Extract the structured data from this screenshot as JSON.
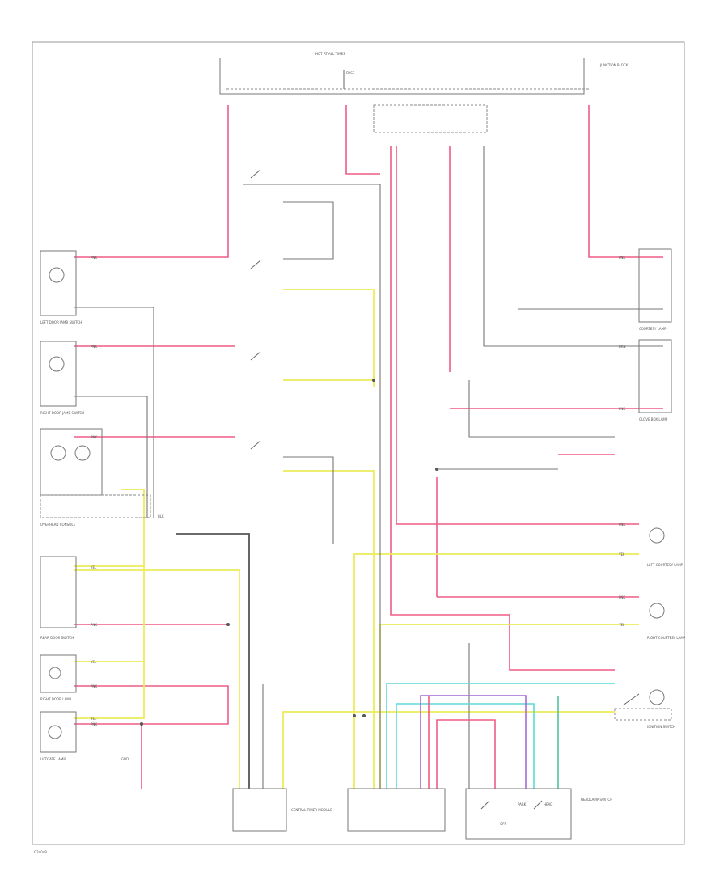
{
  "diagram": {
    "components": [
      {
        "id": "left-door-jamb-switch",
        "label": "LEFT DOOR JAMB SWITCH"
      },
      {
        "id": "right-door-jamb-switch",
        "label": "RIGHT DOOR JAMB SWITCH"
      },
      {
        "id": "overhead-console",
        "label": "OVERHEAD CONSOLE"
      },
      {
        "id": "rear-door-switch",
        "label": "REAR DOOR SWITCH"
      },
      {
        "id": "right-door-lamp",
        "label": "RIGHT DOOR LAMP"
      },
      {
        "id": "liftgate-lamp",
        "label": "LIFTGATE LAMP"
      },
      {
        "id": "courtesy-lamp",
        "label": "COURTESY LAMP"
      },
      {
        "id": "glove-box-lamp",
        "label": "GLOVE BOX LAMP"
      },
      {
        "id": "left-courtesy-lamp",
        "label": "LEFT COURTESY LAMP"
      },
      {
        "id": "right-courtesy-lamp",
        "label": "RIGHT COURTESY LAMP"
      },
      {
        "id": "ignition-switch",
        "label": "IGNITION SWITCH"
      },
      {
        "id": "central-timer-module",
        "label": "CENTRAL TIMER MODULE"
      },
      {
        "id": "headlamp-switch",
        "label": "HEADLAMP SWITCH"
      },
      {
        "id": "junction-block",
        "label": "JUNCTION BLOCK"
      }
    ],
    "labels": {
      "hot_at_all_times": "HOT AT ALL TIMES",
      "fuse": "FUSE",
      "pnk": "PNK",
      "yel": "YEL",
      "blk": "BLK",
      "brn": "BRN",
      "off": "OFF",
      "park": "PARK",
      "head": "HEAD",
      "ground": "GND",
      "page_code": "G34048"
    }
  }
}
